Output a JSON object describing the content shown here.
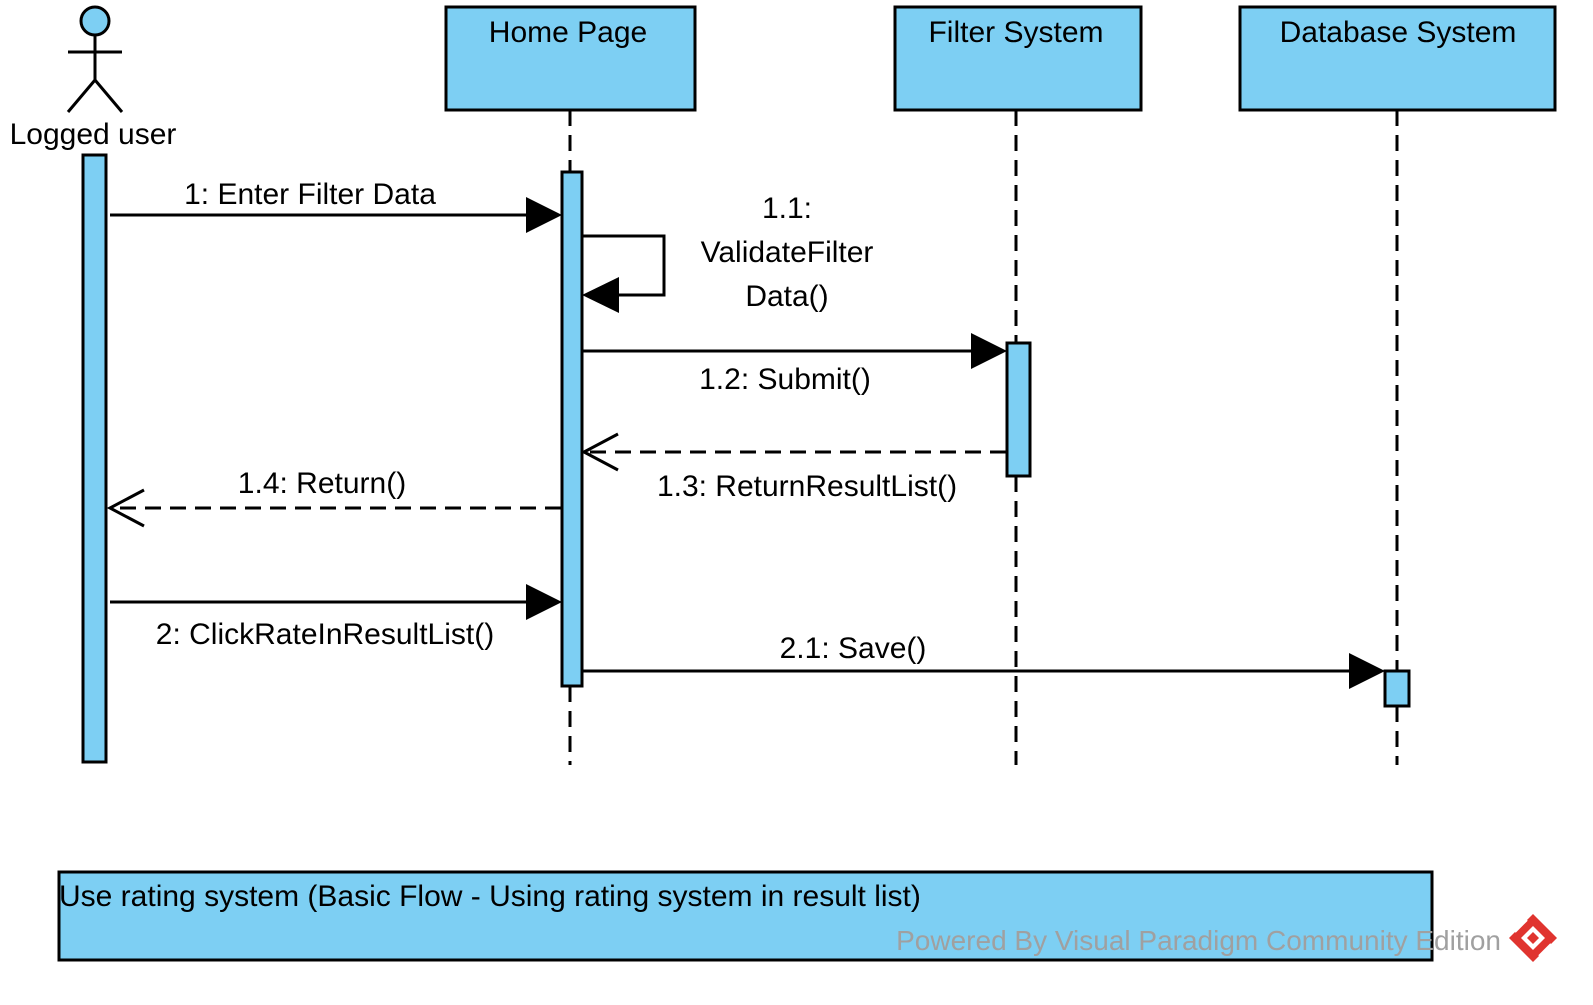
{
  "colors": {
    "fill": "#7dcff3",
    "stroke": "#000000",
    "watermark": "#a0a0a0",
    "logo_red": "#e0342f"
  },
  "actor": {
    "name": "Logged user"
  },
  "lifelines": [
    {
      "id": "home",
      "name": "Home Page"
    },
    {
      "id": "filter",
      "name": "Filter System"
    },
    {
      "id": "db",
      "name": "Database System"
    }
  ],
  "messages": [
    {
      "id": "m1",
      "label": "1: Enter Filter Data",
      "kind": "sync"
    },
    {
      "id": "m11",
      "label_lines": [
        "1.1:",
        "ValidateFilter",
        "Data()"
      ],
      "kind": "self"
    },
    {
      "id": "m12",
      "label": "1.2: Submit()",
      "kind": "sync"
    },
    {
      "id": "m13",
      "label": "1.3: ReturnResultList()",
      "kind": "return"
    },
    {
      "id": "m14",
      "label": "1.4: Return()",
      "kind": "return"
    },
    {
      "id": "m2",
      "label": "2: ClickRateInResultList()",
      "kind": "sync"
    },
    {
      "id": "m21",
      "label": "2.1: Save()",
      "kind": "sync"
    }
  ],
  "frame": {
    "title": "Use rating system (Basic Flow - Using rating system in result list)"
  },
  "watermark": {
    "text": "Powered By  Visual Paradigm Community Edition",
    "logo": "visual-paradigm-logo-icon"
  }
}
